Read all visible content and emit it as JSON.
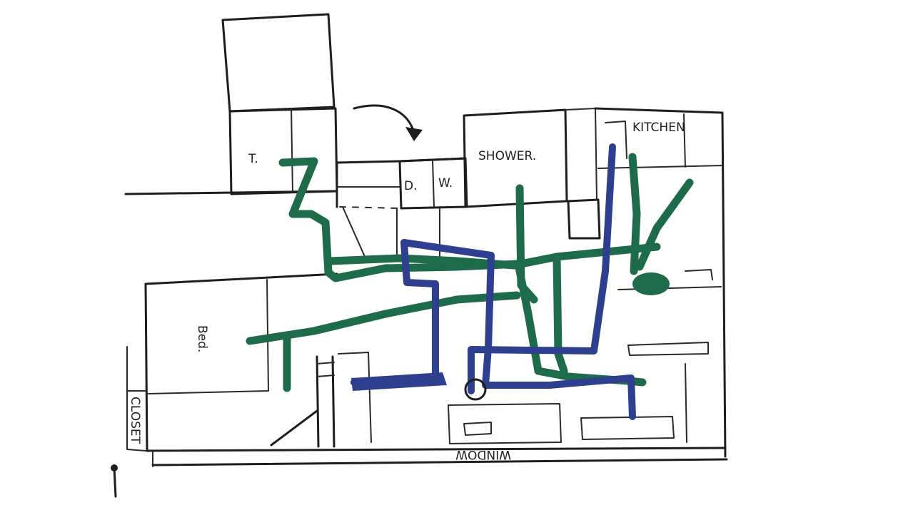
{
  "labels": {
    "toilet": "T.",
    "shower": "SHOWER.",
    "kitchen": "KITCHEN",
    "bed": "Bed.",
    "closet": "CLOSET",
    "window": "WINDOW",
    "dw": "D.",
    "w": "W."
  },
  "colors": {
    "ink": "#1e1e1e",
    "green": "#1d6b4a",
    "blue": "#2f3f8f",
    "background": "#ffffff"
  },
  "icons": {
    "arrow": "curved-arrow-icon",
    "column": "pin-icon",
    "valve": "circle-valve-icon"
  }
}
